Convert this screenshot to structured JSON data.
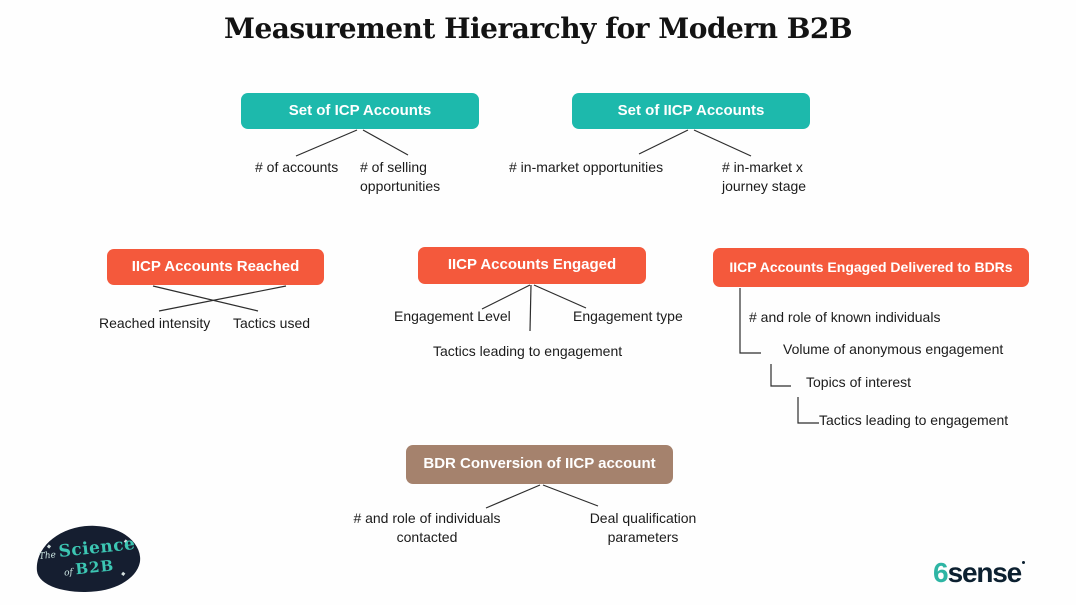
{
  "title": "Measurement Hierarchy for Modern B2B",
  "colors": {
    "teal": "#1db9ac",
    "orange": "#f4593c",
    "brown": "#a5826d",
    "connector_line": "#2d2d2d",
    "label_text": "#1b1b1b",
    "logo_navy": "#151e30",
    "logo_teal": "#3cc6b3",
    "sixsense_teal": "#2eb5a4",
    "sixsense_navy": "#0c2030"
  },
  "boxes": {
    "icp": "Set of ICP Accounts",
    "iicp": "Set of IICP Accounts",
    "reached": "IICP Accounts Reached",
    "engaged": "IICP Accounts Engaged",
    "delivered": "IICP Accounts Engaged Delivered to BDRs",
    "conversion": "BDR Conversion of IICP account"
  },
  "leaves": {
    "num_accounts": "# of accounts",
    "selling_opps": "# of selling\nopportunities",
    "inmarket_opps": "# in-market opportunities",
    "inmarket_journey": "# in-market x\njourney stage",
    "reached_intensity": "Reached intensity",
    "tactics_used": "Tactics used",
    "engagement_level": "Engagement Level",
    "engagement_type": "Engagement type",
    "tactics_engagement_mid": "Tactics leading to engagement",
    "known_individuals": "# and role of known individuals",
    "anonymous_volume": "Volume of anonymous engagement",
    "topics_interest": "Topics of interest",
    "tactics_engagement_right": "Tactics leading to engagement",
    "individuals_contacted": "# and role of individuals\ncontacted",
    "deal_qualification": "Deal qualification\nparameters"
  },
  "logos": {
    "science_b2b": {
      "the": "The",
      "science": "Science",
      "of": "of",
      "b2b": "B2B"
    },
    "sixsense": {
      "six": "6",
      "sense": "sense"
    }
  }
}
